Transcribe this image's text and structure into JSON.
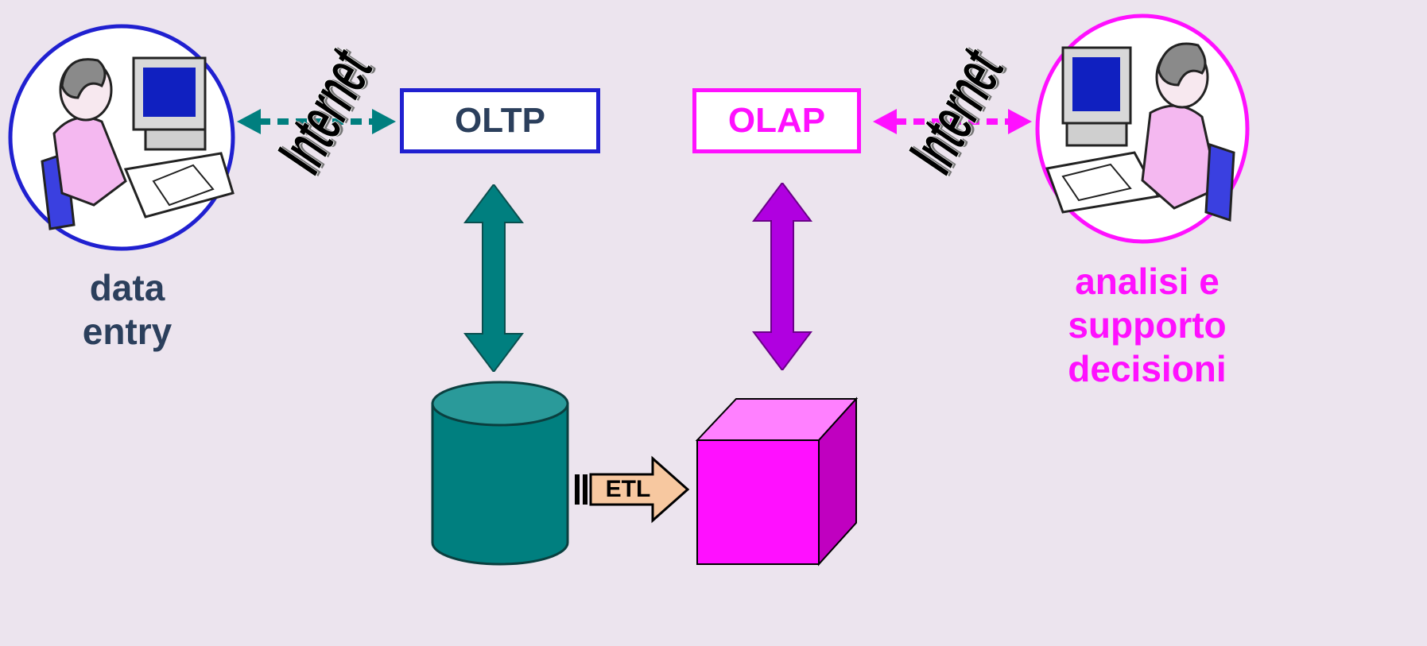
{
  "diagram": {
    "oltp_label": "OLTP",
    "olap_label": "OLAP",
    "etl_label": "ETL",
    "internet_left": "Internet",
    "internet_right": "Internet",
    "data_entry_line1": "data",
    "data_entry_line2": "entry",
    "analisi_line1": "analisi e",
    "analisi_line2": "supporto",
    "analisi_line3": "decisioni"
  },
  "colors": {
    "background": "#ece4ee",
    "blue": "#2020d0",
    "teal": "#007f7f",
    "magenta": "#ff10ff",
    "purple": "#b000e0",
    "label_dark": "#2b3f5c",
    "etl_fill": "#f7c8a0"
  },
  "icons": [
    "user-at-computer-icon",
    "database-cylinder-icon",
    "olap-cube-icon",
    "double-arrow-icon"
  ]
}
